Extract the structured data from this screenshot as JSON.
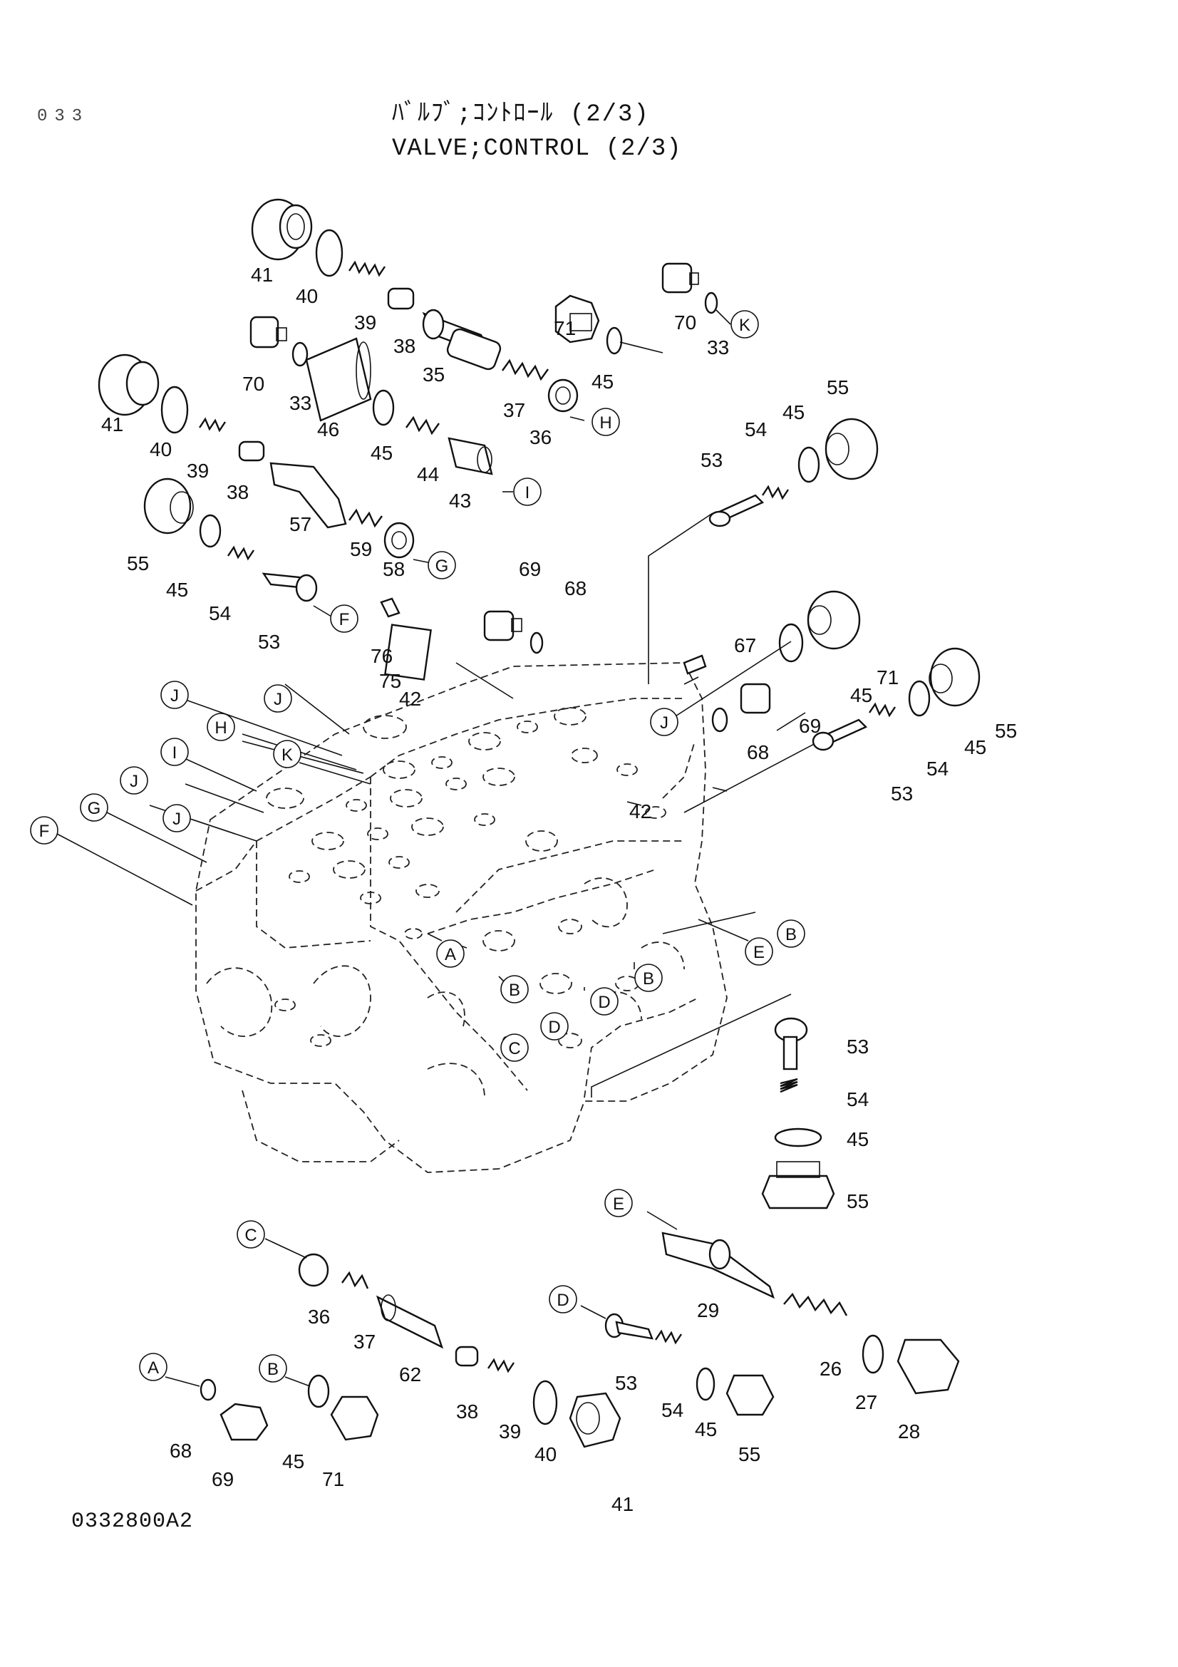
{
  "page_number": "033",
  "title_jp": "ﾊﾞﾙﾌﾞ;ｺﾝﾄﾛｰﾙ (2/3)",
  "title_en": "VALVE;CONTROL (2/3)",
  "drawing_code": "0332800A2",
  "parts": [
    {
      "id": "p41a",
      "num": "41"
    },
    {
      "id": "p40a",
      "num": "40"
    },
    {
      "id": "p39a",
      "num": "39"
    },
    {
      "id": "p38a",
      "num": "38"
    },
    {
      "id": "p35",
      "num": "35"
    },
    {
      "id": "p37a",
      "num": "37"
    },
    {
      "id": "p36a",
      "num": "36"
    },
    {
      "id": "p70a",
      "num": "70"
    },
    {
      "id": "p33a",
      "num": "33"
    },
    {
      "id": "p46",
      "num": "46"
    },
    {
      "id": "p45a",
      "num": "45"
    },
    {
      "id": "p44",
      "num": "44"
    },
    {
      "id": "p43",
      "num": "43"
    },
    {
      "id": "p71a",
      "num": "71"
    },
    {
      "id": "p45b",
      "num": "45"
    },
    {
      "id": "p70b",
      "num": "70"
    },
    {
      "id": "p33b",
      "num": "33"
    },
    {
      "id": "p41b",
      "num": "41"
    },
    {
      "id": "p40b",
      "num": "40"
    },
    {
      "id": "p39b",
      "num": "39"
    },
    {
      "id": "p38b",
      "num": "38"
    },
    {
      "id": "p57",
      "num": "57"
    },
    {
      "id": "p59",
      "num": "59"
    },
    {
      "id": "p58",
      "num": "58"
    },
    {
      "id": "p55a",
      "num": "55"
    },
    {
      "id": "p45c",
      "num": "45"
    },
    {
      "id": "p54a",
      "num": "54"
    },
    {
      "id": "p53a",
      "num": "53"
    },
    {
      "id": "p53b",
      "num": "53"
    },
    {
      "id": "p54b",
      "num": "54"
    },
    {
      "id": "p45d",
      "num": "45"
    },
    {
      "id": "p55b",
      "num": "55"
    },
    {
      "id": "p69a",
      "num": "69"
    },
    {
      "id": "p68a",
      "num": "68"
    },
    {
      "id": "p76",
      "num": "76"
    },
    {
      "id": "p75",
      "num": "75"
    },
    {
      "id": "p42a",
      "num": "42"
    },
    {
      "id": "p67",
      "num": "67"
    },
    {
      "id": "p71b",
      "num": "71"
    },
    {
      "id": "p45e",
      "num": "45"
    },
    {
      "id": "p69b",
      "num": "69"
    },
    {
      "id": "p68b",
      "num": "68"
    },
    {
      "id": "p53c",
      "num": "53"
    },
    {
      "id": "p54c",
      "num": "54"
    },
    {
      "id": "p45f",
      "num": "45"
    },
    {
      "id": "p55c",
      "num": "55"
    },
    {
      "id": "p42b",
      "num": "42"
    },
    {
      "id": "p53d",
      "num": "53"
    },
    {
      "id": "p54d",
      "num": "54"
    },
    {
      "id": "p45g",
      "num": "45"
    },
    {
      "id": "p55d",
      "num": "55"
    },
    {
      "id": "p36b",
      "num": "36"
    },
    {
      "id": "p37b",
      "num": "37"
    },
    {
      "id": "p62",
      "num": "62"
    },
    {
      "id": "p38c",
      "num": "38"
    },
    {
      "id": "p39c",
      "num": "39"
    },
    {
      "id": "p40c",
      "num": "40"
    },
    {
      "id": "p41c",
      "num": "41"
    },
    {
      "id": "p29",
      "num": "29"
    },
    {
      "id": "p26",
      "num": "26"
    },
    {
      "id": "p27",
      "num": "27"
    },
    {
      "id": "p28",
      "num": "28"
    },
    {
      "id": "p53e",
      "num": "53"
    },
    {
      "id": "p54e",
      "num": "54"
    },
    {
      "id": "p45h",
      "num": "45"
    },
    {
      "id": "p55e",
      "num": "55"
    },
    {
      "id": "p68c",
      "num": "68"
    },
    {
      "id": "p69c",
      "num": "69"
    },
    {
      "id": "p45i",
      "num": "45"
    },
    {
      "id": "p71c",
      "num": "71"
    }
  ],
  "refs": [
    {
      "id": "rJ1",
      "letter": "J"
    },
    {
      "id": "rK1",
      "letter": "K"
    },
    {
      "id": "rH1",
      "letter": "H"
    },
    {
      "id": "rI1",
      "letter": "I"
    },
    {
      "id": "rG1",
      "letter": "G"
    },
    {
      "id": "rF1",
      "letter": "F"
    },
    {
      "id": "rJ2",
      "letter": "J"
    },
    {
      "id": "rJ3",
      "letter": "J"
    },
    {
      "id": "rH2",
      "letter": "H"
    },
    {
      "id": "rK2",
      "letter": "K"
    },
    {
      "id": "rI2",
      "letter": "I"
    },
    {
      "id": "rJ4",
      "letter": "J"
    },
    {
      "id": "rG2",
      "letter": "G"
    },
    {
      "id": "rJ5",
      "letter": "J"
    },
    {
      "id": "rF2",
      "letter": "F"
    },
    {
      "id": "rA1",
      "letter": "A"
    },
    {
      "id": "rB1",
      "letter": "B"
    },
    {
      "id": "rE1",
      "letter": "E"
    },
    {
      "id": "rB2",
      "letter": "B"
    },
    {
      "id": "rD1",
      "letter": "D"
    },
    {
      "id": "rB3",
      "letter": "B"
    },
    {
      "id": "rD2",
      "letter": "D"
    },
    {
      "id": "rC1",
      "letter": "C"
    },
    {
      "id": "rE2",
      "letter": "E"
    },
    {
      "id": "rC2",
      "letter": "C"
    },
    {
      "id": "rD3",
      "letter": "D"
    },
    {
      "id": "rA2",
      "letter": "A"
    },
    {
      "id": "rB4",
      "letter": "B"
    }
  ]
}
